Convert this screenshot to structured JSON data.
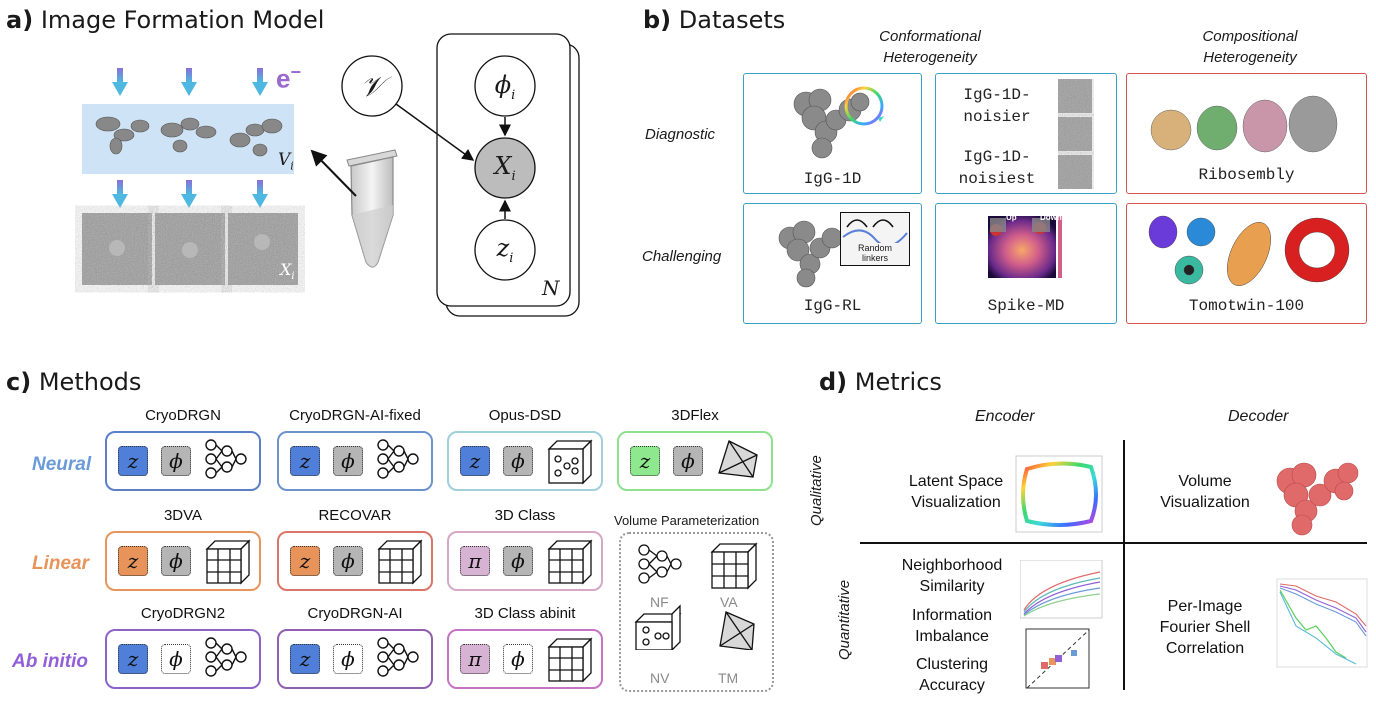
{
  "panel_a": {
    "title_letter": "a)",
    "title_text": "Image Formation Model",
    "electron_label": "e",
    "electron_sup": "−",
    "volume_label": "V",
    "volume_sub": "i",
    "image_label": "X",
    "image_sub": "i",
    "node_volume": "𝒱",
    "node_phi": "ϕ",
    "node_phi_sub": "i",
    "node_x": "X",
    "node_x_sub": "i",
    "node_z": "z",
    "node_z_sub": "i",
    "plate_label": "N"
  },
  "panel_b": {
    "title_letter": "b)",
    "title_text": "Datasets",
    "col_conformational_1": "Conformational",
    "col_conformational_2": "Heterogeneity",
    "col_compositional_1": "Compositional",
    "col_compositional_2": "Heterogeneity",
    "row_diagnostic": "Diagnostic",
    "row_challenging": "Challenging",
    "ds_igg1d": "IgG-1D",
    "ds_noisier_1": "IgG-1D-",
    "ds_noisier_2": "noisier",
    "ds_noisiest_1": "IgG-1D-",
    "ds_noisiest_2": "noisiest",
    "ds_ribosembly": "Ribosembly",
    "ds_iggrl": "IgG-RL",
    "ds_random_linkers_1": "Random",
    "ds_random_linkers_2": "linkers",
    "ds_spikemd": "Spike-MD",
    "spike_up": "Up",
    "spike_down": "Down",
    "ds_tomotwin": "Tomotwin-100",
    "colors": {
      "conformational": "#3aa0c8",
      "compositional": "#d9534f"
    }
  },
  "panel_c": {
    "title_letter": "c)",
    "title_text": "Methods",
    "row_neural": "Neural",
    "row_linear": "Linear",
    "row_abinitio": "Ab initio",
    "colors": {
      "neural": "#6a9ad8",
      "linear": "#e8935a",
      "abinitio": "#9160d8",
      "cryodrgn": "#5b7fc8",
      "cryodrgn_ai_fixed": "#6d93cc",
      "opus": "#9fd0dc",
      "flex": "#8fe08f",
      "threedva": "#e8955c",
      "recovar": "#d9766a",
      "class3d": "#d6a8c8",
      "cryodrgn2": "#8c63c8",
      "cryodrgn_ai": "#8f5fb0",
      "class3d_abinitio": "#c673c4",
      "chip_blue": "#4f7fd8",
      "chip_gray": "#b5b5b5",
      "chip_orange": "#e8935a",
      "chip_green": "#8ee88e",
      "chip_pink": "#d7b3d3"
    },
    "methods": {
      "cryodrgn": "CryoDRGN",
      "cryodrgn_ai_fixed": "CryoDRGN-AI-fixed",
      "opus_dsd": "Opus-DSD",
      "flex3d": "3DFlex",
      "dva3": "3DVA",
      "recovar": "RECOVAR",
      "class3d": "3D Class",
      "cryodrgn2": "CryoDRGN2",
      "cryodrgn_ai": "CryoDRGN-AI",
      "class3d_abinitio": "3D Class abinit"
    },
    "symbols": {
      "z": "z",
      "phi": "ϕ",
      "pi": "π"
    },
    "volume_param": {
      "title": "Volume Parameterization",
      "nf": "NF",
      "va": "VA",
      "nv": "NV",
      "tm": "TM"
    }
  },
  "panel_d": {
    "title_letter": "d)",
    "title_text": "Metrics",
    "col_encoder": "Encoder",
    "col_decoder": "Decoder",
    "row_qualitative": "Qualitative",
    "row_quantitative": "Quantitative",
    "latent_1": "Latent Space",
    "latent_2": "Visualization",
    "volume_1": "Volume",
    "volume_2": "Visualization",
    "neighborhood_1": "Neighborhood",
    "neighborhood_2": "Similarity",
    "information_1": "Information",
    "information_2": "Imbalance",
    "clustering_1": "Clustering",
    "clustering_2": "Accuracy",
    "fsc_1": "Per-Image",
    "fsc_2": "Fourier Shell",
    "fsc_3": "Correlation"
  }
}
